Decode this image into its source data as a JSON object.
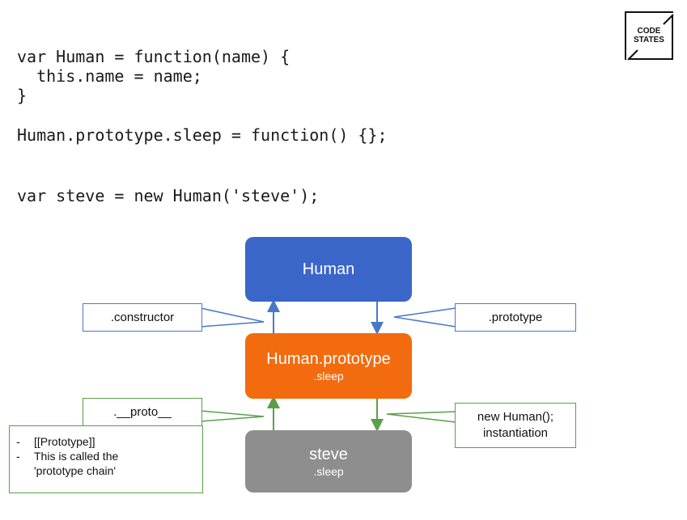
{
  "code": {
    "block1": [
      "var Human = function(name) {",
      "  this.name = name;",
      "}"
    ],
    "line_prototype": "Human.prototype.sleep = function() {};",
    "line_instance": "var steve = new Human('steve');"
  },
  "logo": {
    "line1": "CODE",
    "line2": "STATES"
  },
  "diagram": {
    "nodes": {
      "human": {
        "title": "Human",
        "color": "#3b66c9"
      },
      "human_prototype": {
        "title": "Human.prototype",
        "sub": ".sleep",
        "color": "#f26b0f"
      },
      "steve": {
        "title": "steve",
        "sub": ".sleep",
        "color": "#8e8e8e"
      }
    },
    "callouts": {
      "constructor": ".constructor",
      "prototype": ".prototype",
      "proto": ".__proto__",
      "new_human_line1": "new Human();",
      "new_human_line2": "instantiation"
    },
    "note": {
      "items": [
        "[[Prototype]]",
        "This is called the",
        "'prototype chain'"
      ],
      "bullet": "-"
    },
    "colors": {
      "blue_link": "#4a78c8",
      "green_link": "#5aa04a"
    }
  }
}
